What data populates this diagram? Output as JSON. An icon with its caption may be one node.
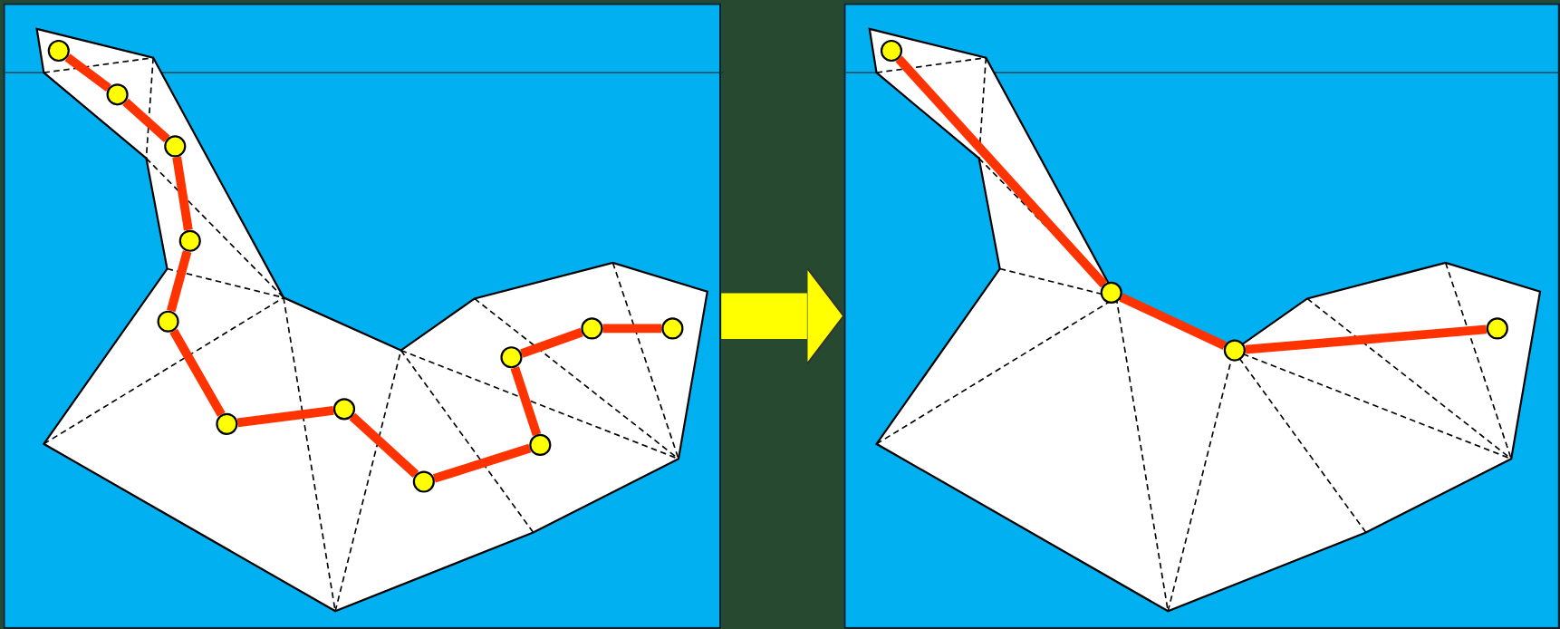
{
  "diagram": {
    "nodes": [
      {
        "text": [],
        "shape": "box"
      },
      {
        "text": [],
        "shape": "circle",
        "in": 0
      },
      {
        "text": [],
        "shape": "circle",
        "in": 0
      },
      {
        "text": [],
        "shape": "circle",
        "in": 0
      },
      {
        "text": [],
        "shape": "circle",
        "in": 0
      },
      {
        "text": [],
        "shape": "circle",
        "in": 0
      },
      {
        "text": [],
        "shape": "circle",
        "in": 0
      },
      {
        "text": [],
        "shape": "circle",
        "in": 0
      },
      {
        "text": [],
        "shape": "circle",
        "in": 0
      },
      {
        "text": [],
        "shape": "circle",
        "in": 0
      },
      {
        "text": [],
        "shape": "circle",
        "in": 0
      },
      {
        "text": [],
        "shape": "circle",
        "in": 0
      },
      {
        "text": [],
        "shape": "circle",
        "in": 0
      },
      {
        "text": [],
        "shape": "box"
      },
      {
        "text": [],
        "shape": "circle",
        "in": 13
      },
      {
        "text": [],
        "shape": "circle",
        "in": 13
      },
      {
        "text": [],
        "shape": "circle",
        "in": 13
      },
      {
        "text": [],
        "shape": "circle",
        "in": 13
      }
    ],
    "edges": [
      {
        "from": 0,
        "to": 13,
        "arrow": "to",
        "style": "thick",
        "color": "#ffff00"
      },
      {
        "from": 1,
        "to": 2,
        "arrow": "none"
      },
      {
        "from": 2,
        "to": 3,
        "arrow": "none"
      },
      {
        "from": 3,
        "to": 4,
        "arrow": "none"
      },
      {
        "from": 4,
        "to": 5,
        "arrow": "none"
      },
      {
        "from": 5,
        "to": 6,
        "arrow": "none"
      },
      {
        "from": 6,
        "to": 7,
        "arrow": "none"
      },
      {
        "from": 7,
        "to": 8,
        "arrow": "none"
      },
      {
        "from": 8,
        "to": 9,
        "arrow": "none"
      },
      {
        "from": 9,
        "to": 10,
        "arrow": "none"
      },
      {
        "from": 10,
        "to": 11,
        "arrow": "none"
      },
      {
        "from": 11,
        "to": 12,
        "arrow": "none"
      },
      {
        "from": 14,
        "to": 15,
        "arrow": "none"
      },
      {
        "from": 15,
        "to": 16,
        "arrow": "none"
      },
      {
        "from": 16,
        "to": 17,
        "arrow": "none"
      }
    ]
  }
}
